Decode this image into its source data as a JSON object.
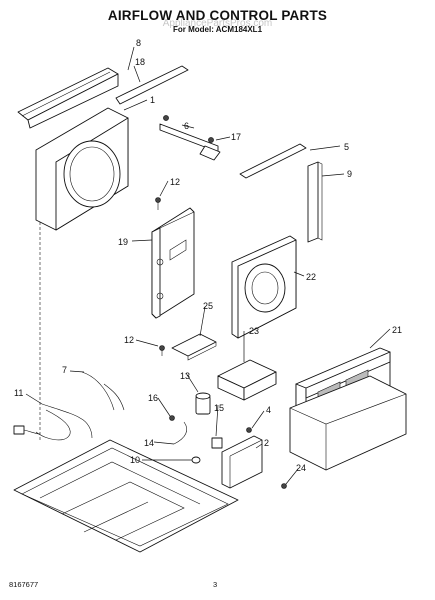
{
  "title": "AIRFLOW AND CONTROL PARTS",
  "subtitle": "For Model: ACM184XL1",
  "watermark": "AppliancePartsPros.com",
  "doc_number": "8167677",
  "page_number": "3",
  "callouts": [
    "8",
    "18",
    "1",
    "6",
    "17",
    "5",
    "9",
    "12",
    "19",
    "22",
    "25",
    "23",
    "21",
    "12",
    "7",
    "13",
    "11",
    "16",
    "15",
    "4",
    "14",
    "10",
    "2",
    "24"
  ]
}
